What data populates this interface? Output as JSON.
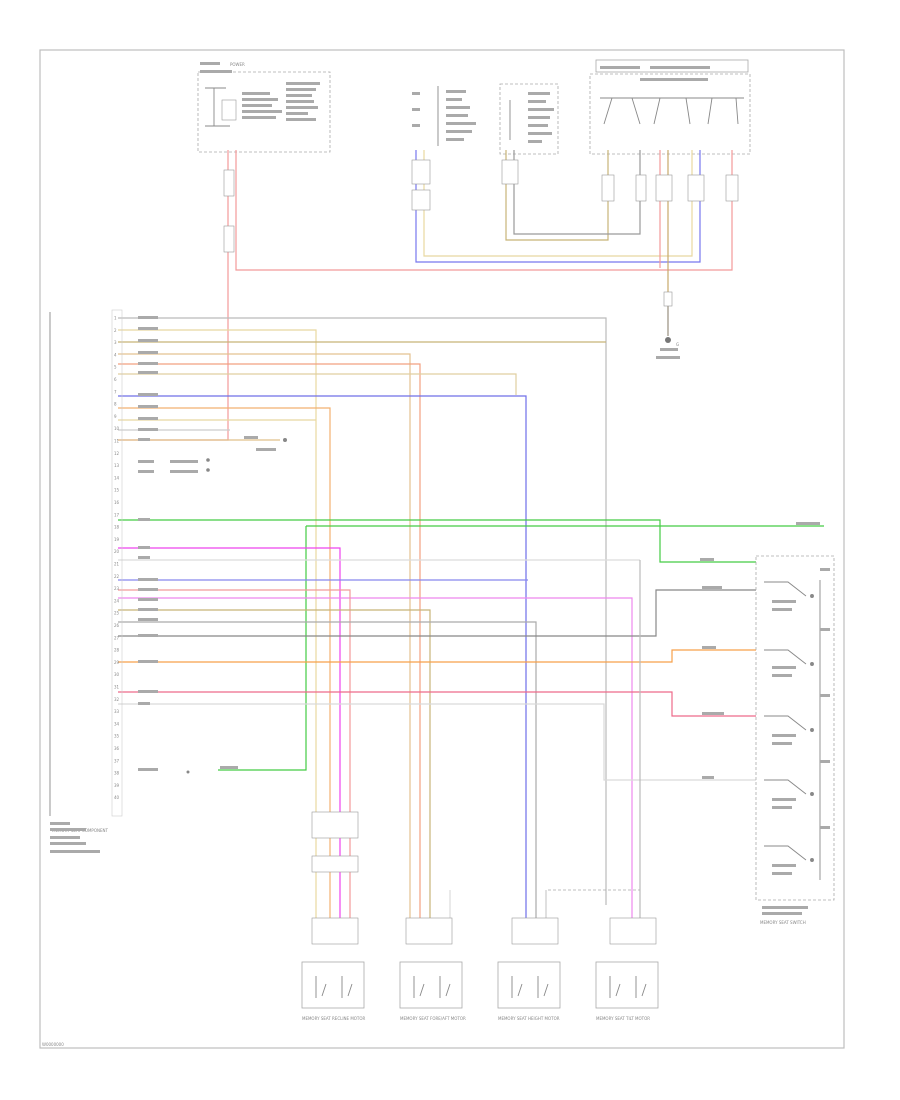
{
  "diagram": {
    "footer_code": "W0000000",
    "relay": "POWER",
    "module_label": "MEMORY SEAT COMPONENT",
    "module_pins": [
      "1",
      "2",
      "3",
      "4",
      "5",
      "6",
      "7",
      "8",
      "9",
      "10",
      "11",
      "12",
      "13",
      "14",
      "15",
      "16",
      "17",
      "18",
      "19",
      "20",
      "21",
      "22",
      "23",
      "24",
      "25",
      "26",
      "27",
      "28",
      "29",
      "30",
      "31",
      "32",
      "33",
      "34",
      "35",
      "36",
      "37",
      "38",
      "39",
      "40"
    ],
    "bottom_motors": [
      {
        "title": "MEMORY SEAT RECLINE MOTOR"
      },
      {
        "title": "MEMORY SEAT FORE/AFT MOTOR"
      },
      {
        "title": "MEMORY SEAT HEIGHT MOTOR"
      },
      {
        "title": "MEMORY SEAT TILT MOTOR"
      }
    ],
    "right_switch": {
      "title": "MEMORY SEAT SWITCH"
    },
    "ground_label": "G"
  }
}
